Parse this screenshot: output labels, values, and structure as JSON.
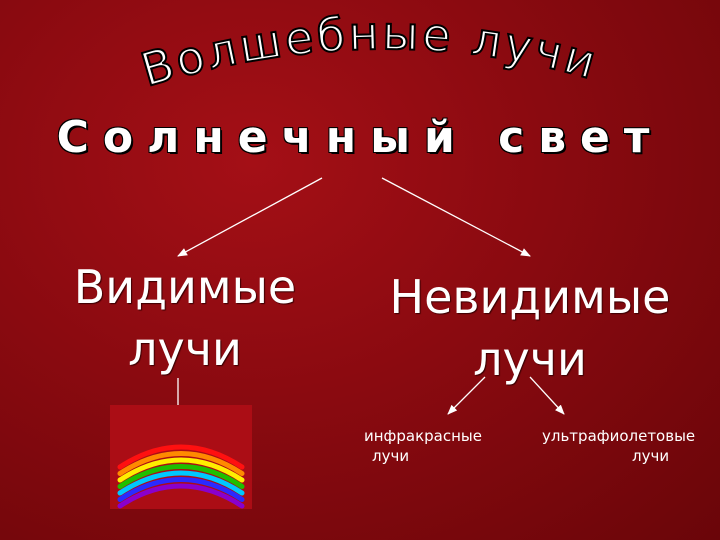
{
  "title": "Волшебные лучи",
  "subtitle": "Солнечный свет",
  "visible": {
    "line1": "Видимые",
    "line2": "лучи"
  },
  "invisible": {
    "line1": "Невидимые",
    "line2": "лучи"
  },
  "infrared": {
    "line1": "инфракрасные",
    "line2": "лучи"
  },
  "ultraviolet": {
    "line1": "ультрафиолетовые",
    "line2": "лучи"
  },
  "colors": {
    "background": "#8a0a10",
    "text": "#ffffff",
    "rainbow": [
      "#ff1010",
      "#ff8a00",
      "#ffee00",
      "#1fbf00",
      "#00c8ff",
      "#2a2aff",
      "#8a00cc"
    ]
  },
  "icons": {
    "rainbow": "rainbow-icon"
  }
}
